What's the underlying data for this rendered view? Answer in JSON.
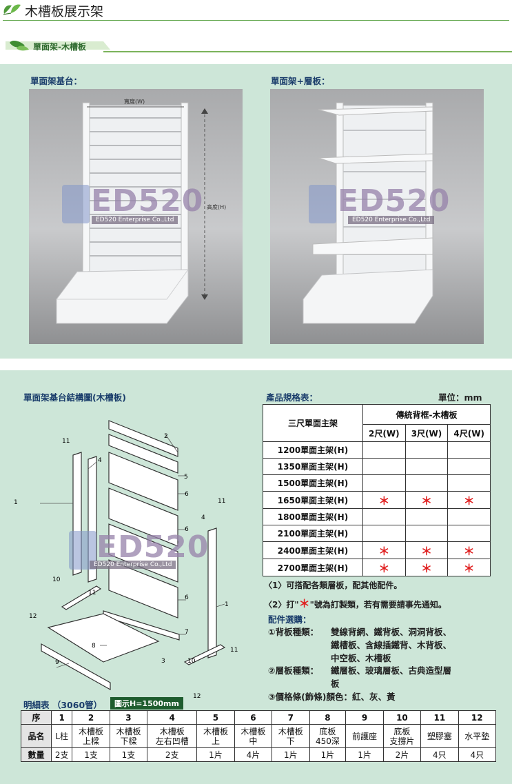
{
  "page": {
    "title": "木槽板展示架"
  },
  "banner": {
    "label": "單面架-木槽板"
  },
  "top": {
    "left_title": "單面架基台：",
    "right_title": "單面架+層板：",
    "width_label": "寬度(W)",
    "height_label": "高度(H)"
  },
  "watermark": {
    "brand": "ED520",
    "company": "ED520 Enterprise Co.,Ltd"
  },
  "structure": {
    "title": "單面架基台結構圖(木槽板)",
    "parts": [
      "1",
      "2",
      "3",
      "4",
      "5",
      "6",
      "7",
      "8",
      "9",
      "10",
      "11",
      "12"
    ]
  },
  "spec": {
    "title": "產品規格表：",
    "unit": "單位：mm",
    "row_header": "三尺單面主架",
    "group_header": "傳統背框-木槽板",
    "cols": [
      "2尺(W)",
      "3尺(W)",
      "4尺(W)"
    ],
    "star": "＊",
    "rows": [
      {
        "label": "1200單面主架(H)",
        "marks": [
          false,
          false,
          false
        ]
      },
      {
        "label": "1350單面主架(H)",
        "marks": [
          false,
          false,
          false
        ]
      },
      {
        "label": "1500單面主架(H)",
        "marks": [
          false,
          false,
          false
        ]
      },
      {
        "label": "1650單面主架(H)",
        "marks": [
          true,
          true,
          true
        ]
      },
      {
        "label": "1800單面主架(H)",
        "marks": [
          false,
          false,
          false
        ]
      },
      {
        "label": "2100單面主架(H)",
        "marks": [
          false,
          false,
          false
        ]
      },
      {
        "label": "2400單面主架(H)",
        "marks": [
          true,
          true,
          true
        ]
      },
      {
        "label": "2700單面主架(H)",
        "marks": [
          true,
          true,
          true
        ]
      }
    ]
  },
  "notes": {
    "n1": "〈1〉可搭配各類層板，配其他配件。",
    "n2_a": "〈2〉打\"",
    "n2_star": "＊",
    "n2_b": "\"號為訂製類，若有需要請事先通知。"
  },
  "accessories": {
    "title": "配件選購：",
    "a1_label": "①背板種類：",
    "a1_line1": "雙線背網、鐵背板、洞洞背板、",
    "a1_line2": "鐵槽板、含線插鐵背、木背板、",
    "a1_line3": "中空板、木槽板",
    "a2_label": "②層板種類：",
    "a2_line1": "鐵層板、玻璃層板、古典造型層",
    "a2_line2": "板",
    "a3": "③價格條(飾條)顏色：紅、灰、黃"
  },
  "detail": {
    "title": "明細表 （3060管）",
    "badge": "圖示H=1500mm",
    "hdr_label": "序",
    "name_label": "品名",
    "qty_label": "數量",
    "numbers": [
      "1",
      "2",
      "3",
      "4",
      "5",
      "6",
      "7",
      "8",
      "9",
      "10",
      "11",
      "12"
    ],
    "names": [
      [
        "L柱",
        ""
      ],
      [
        "木槽板",
        "上樑"
      ],
      [
        "木槽板",
        "下樑"
      ],
      [
        "木槽板",
        "左右凹槽"
      ],
      [
        "木槽板",
        "上"
      ],
      [
        "木槽板",
        "中"
      ],
      [
        "木槽板",
        "下"
      ],
      [
        "底板",
        "450深"
      ],
      [
        "前護座",
        ""
      ],
      [
        "底板",
        "支撐片"
      ],
      [
        "塑膠塞",
        ""
      ],
      [
        "水平墊",
        ""
      ]
    ],
    "qty": [
      "2支",
      "1支",
      "1支",
      "2支",
      "1片",
      "4片",
      "1片",
      "1片",
      "1片",
      "2片",
      "4只",
      "4只"
    ]
  },
  "colors": {
    "accent_green": "#5ea548",
    "panel_bg": "#cde6d8",
    "title_blue": "#1a3d6b",
    "star_red": "#e02020"
  }
}
